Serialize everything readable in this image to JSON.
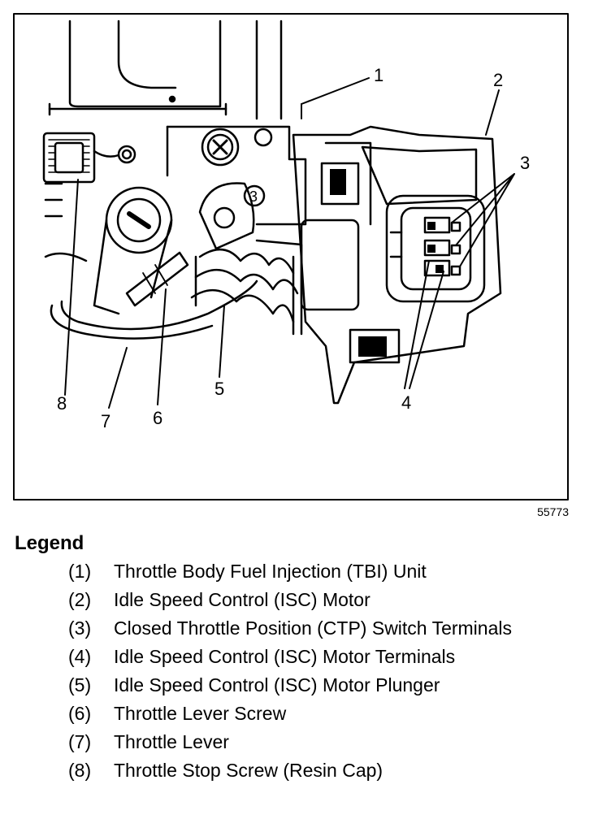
{
  "diagram": {
    "figure_id": "55773",
    "callouts": [
      "1",
      "2",
      "3",
      "4",
      "5",
      "6",
      "7",
      "8"
    ]
  },
  "legend": {
    "title": "Legend",
    "items": [
      {
        "num": "(1)",
        "text": "Throttle Body Fuel Injection (TBI) Unit"
      },
      {
        "num": "(2)",
        "text": "Idle Speed Control (ISC) Motor"
      },
      {
        "num": "(3)",
        "text": "Closed Throttle Position (CTP) Switch Terminals"
      },
      {
        "num": "(4)",
        "text": "Idle Speed Control (ISC) Motor Terminals"
      },
      {
        "num": "(5)",
        "text": "Idle Speed Control (ISC) Motor Plunger"
      },
      {
        "num": "(6)",
        "text": "Throttle Lever Screw"
      },
      {
        "num": "(7)",
        "text": "Throttle Lever"
      },
      {
        "num": "(8)",
        "text": "Throttle Stop Screw (Resin Cap)"
      }
    ]
  }
}
